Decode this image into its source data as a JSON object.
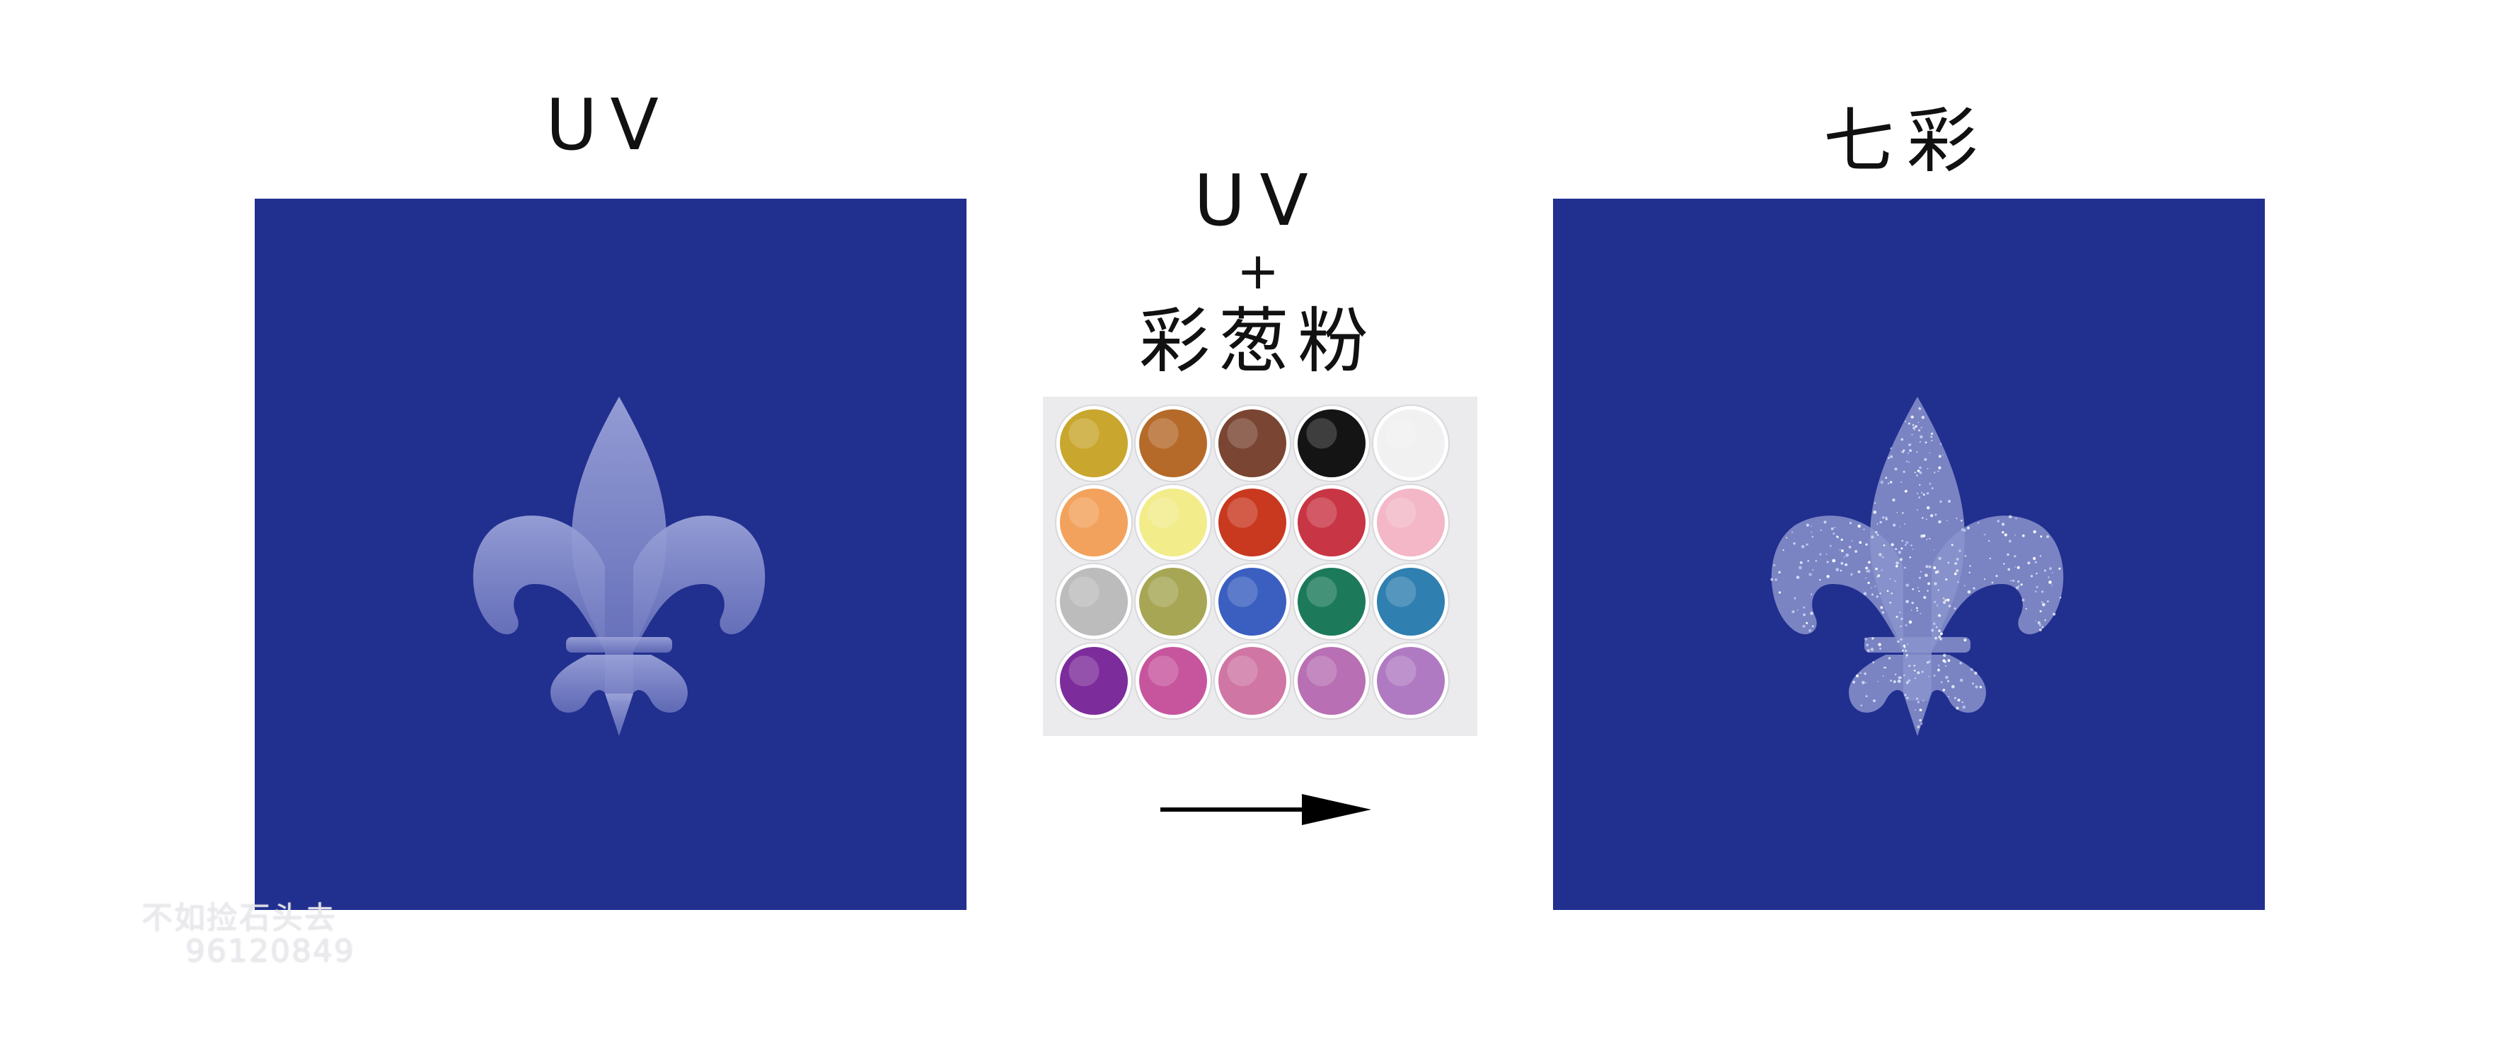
{
  "left_panel": {
    "title": "UV"
  },
  "center": {
    "line1": "UV",
    "line2": "+",
    "line3": "彩葱粉"
  },
  "right_panel": {
    "title": "七彩"
  },
  "watermark": {
    "line1": "不如捡石头去",
    "line2": "96120849"
  },
  "colors": {
    "panel_background": "#212f8f",
    "emblem_fill": "#8c96cf",
    "arrow": "#000000",
    "glitter_dishes": [
      [
        "#c9a62e",
        "#b56a2a",
        "#7a4532",
        "#141414",
        "#f1f1f1"
      ],
      [
        "#f2a25c",
        "#f2ec8a",
        "#c8391f",
        "#c83544",
        "#f3b7c7"
      ],
      [
        "#bcbcbc",
        "#a6a655",
        "#3a5fc0",
        "#1c7a5a",
        "#2f7fb0"
      ],
      [
        "#7d2c9c",
        "#c7559e",
        "#cf76a5",
        "#b86fb3",
        "#b07ac2"
      ]
    ]
  },
  "icons": {
    "emblem": "fleur-de-lis-icon",
    "arrow": "right-arrow-icon"
  }
}
